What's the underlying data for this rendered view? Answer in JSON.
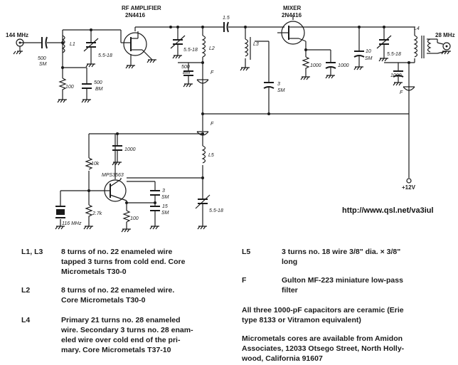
{
  "labels": {
    "rf_in": "144 MHz",
    "rf_amp_title": "RF AMPLIFIER",
    "rf_amp_part": "2N4416",
    "mixer_title": "MIXER",
    "mixer_part": "2N4416",
    "if_out": "28 MHz",
    "l1": "L1",
    "l2": "L2",
    "l3": "L3",
    "l4": "L4",
    "l5": "L5",
    "c_500sm": "500 SM",
    "c_500sm_l1": "500",
    "c_500sm_l2": "SM",
    "r_100": "100",
    "c_500bm_a_1": "500",
    "c_500bm_a_2": "BM",
    "trim_55_18_a": "5.5-18",
    "trim_55_18_b": "5.5-18",
    "c_500bm_b_1": "500",
    "c_500bm_b_2": "BM",
    "f1": "F",
    "c_15": "1.5",
    "c_3sm_1": "3",
    "c_3sm_2": "SM",
    "r_1000": "1000",
    "c_1000_mix": "1000",
    "c_10sm_1": "10",
    "c_10sm_2": "SM",
    "trim_55_18_c": "5.5-18",
    "c_1000_out": "1000",
    "f_out": "F",
    "supply": "+12V",
    "f2": "F",
    "c_1000_osc": "1000",
    "r_10k": "10k",
    "osc_part": "MPS3563",
    "c_3sm_osc_1": "3",
    "c_3sm_osc_2": "SM",
    "c_15sm_1": "15",
    "c_15sm_2": "SM",
    "r_27k": "2.7k",
    "r_100_osc": "100",
    "crystal": "116 MHz",
    "trim_55_18_d": "5.5-18"
  },
  "url": "http://www.qsl.net/va3iul",
  "notes": {
    "left": [
      {
        "key": "L1, L3",
        "lines": [
          "8 turns of no. 22 enameled wire",
          "tapped 3 turns from cold end. Core",
          "Micrometals T30-0"
        ]
      },
      {
        "key": "L2",
        "lines": [
          "8 turns of no. 22 enameled wire.",
          "Core Micrometals T30-0"
        ]
      },
      {
        "key": "L4",
        "lines": [
          "Primary 21 turns no. 28 enameled",
          "wire. Secondary 3 turns no. 28 enam-",
          "eled wire over cold end of the pri-",
          "mary. Core Micrometals T37-10"
        ]
      }
    ],
    "right": [
      {
        "key": "L5",
        "lines": [
          "3 turns no. 18 wire 3/8\" dia. × 3/8\"",
          "long"
        ]
      },
      {
        "key": "F",
        "lines": [
          "Gulton MF-223 miniature low-pass",
          "filter"
        ]
      }
    ],
    "paragraphs": [
      [
        "All three 1000-pF capacitors are ceramic (Erie",
        "type 8133 or Vitramon equivalent)"
      ],
      [
        "Micrometals cores are available from Amidon",
        "Associates, 12033 Otsego Street, North Holly-",
        "wood, California 91607"
      ]
    ]
  }
}
